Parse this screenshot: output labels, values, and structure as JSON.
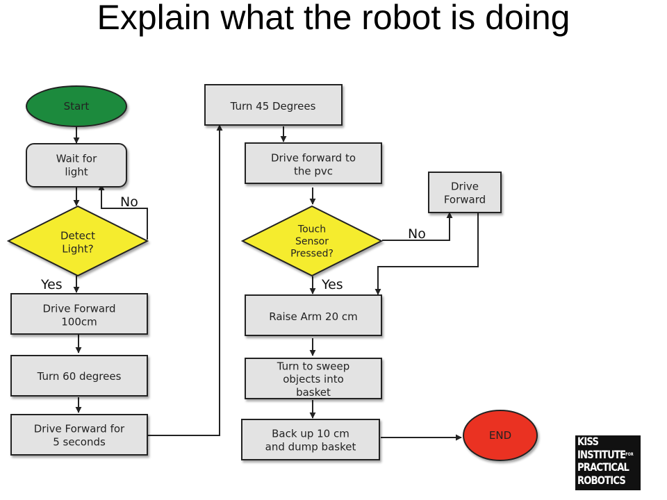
{
  "title": "Explain what the robot is doing",
  "colors": {
    "start": "#1f8a3c",
    "decision": "#f5ec2e",
    "end": "#ea3323",
    "process": "#e3e3e3",
    "stroke": "#222222"
  },
  "nodes": {
    "start": [
      "Start"
    ],
    "wait_for_light": [
      "Wait for",
      "light"
    ],
    "detect_light": [
      "Detect",
      "Light?"
    ],
    "drive_forward_100": [
      "Drive Forward",
      "100cm"
    ],
    "turn_60": [
      "Turn 60 degrees"
    ],
    "drive_forward_5s": [
      "Drive Forward for",
      "5 seconds"
    ],
    "turn_45": [
      "Turn 45 Degrees"
    ],
    "drive_to_pvc": [
      "Drive forward to",
      "the pvc"
    ],
    "touch_sensor": [
      "Touch",
      "Sensor",
      "Pressed?"
    ],
    "drive_forward": [
      "Drive",
      "Forward"
    ],
    "raise_arm": [
      "Raise Arm 20 cm"
    ],
    "turn_sweep": [
      "Turn to sweep",
      "objects into",
      "basket"
    ],
    "back_up": [
      "Back up 10 cm",
      "and dump basket"
    ],
    "end": [
      "END"
    ]
  },
  "edge_labels": {
    "light_no": "No",
    "light_yes": "Yes",
    "touch_no": "No",
    "touch_yes": "Yes"
  },
  "logo": {
    "lines": [
      "KISS",
      "INSTITUTE",
      "PRACTICAL",
      "ROBOTICS"
    ],
    "superscript": "FOR"
  }
}
